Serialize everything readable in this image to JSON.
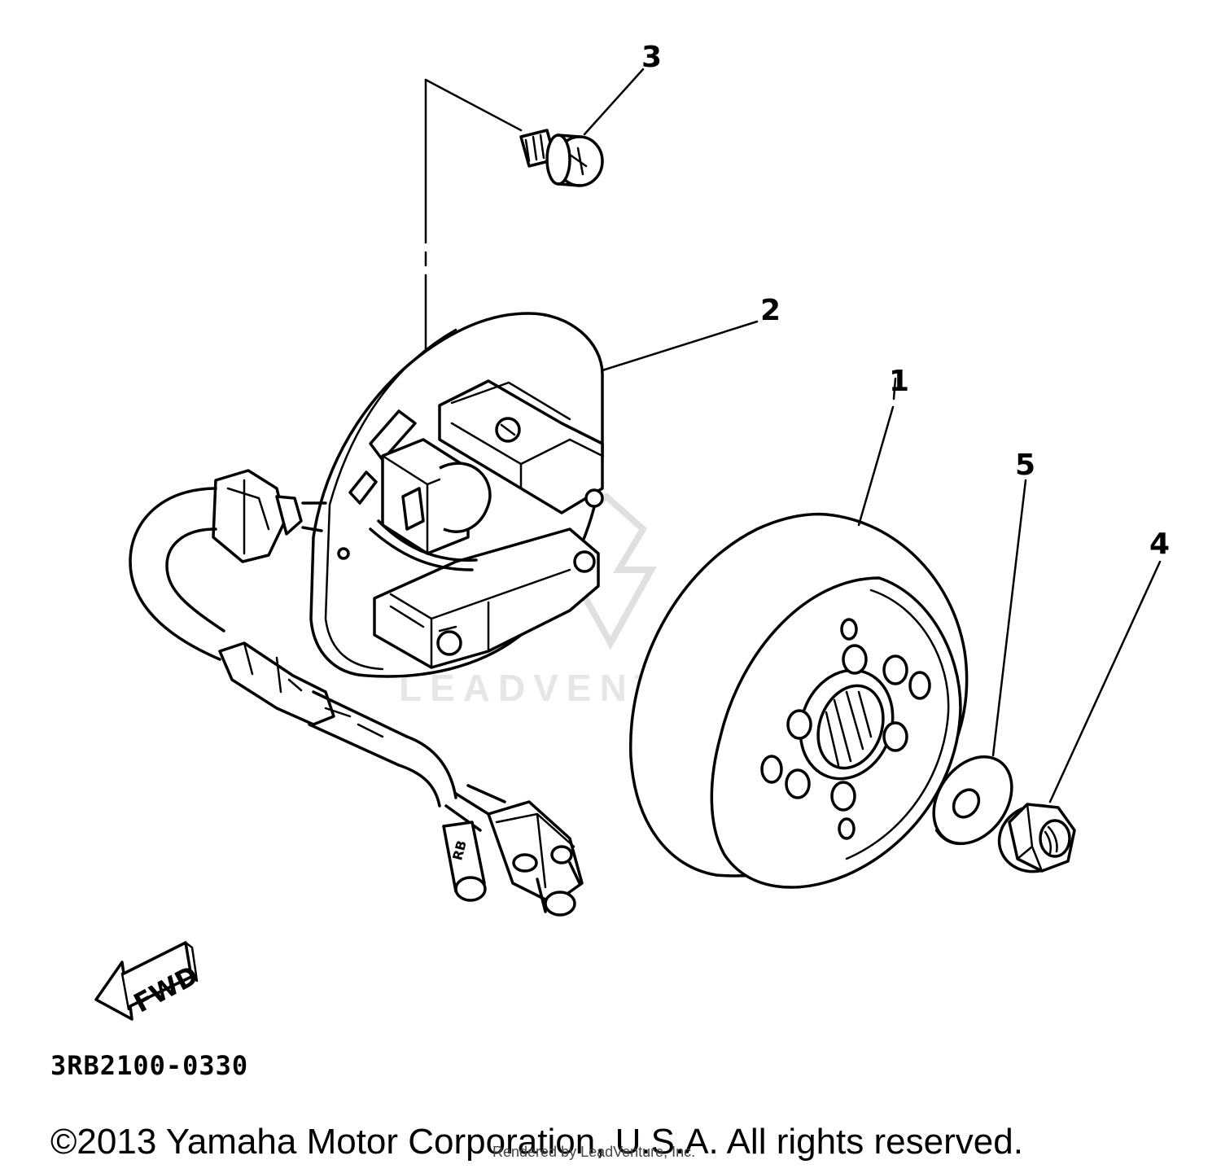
{
  "diagram": {
    "callouts": [
      "1",
      "2",
      "3",
      "4",
      "5"
    ],
    "fwd_label": "FWD",
    "diagram_code": "3RB2100-0330",
    "copyright": "©2013 Yamaha Motor Corporation, U.S.A. All rights reserved.",
    "renderer_note": "Rendered by LeadVenture, Inc.",
    "watermark": "LEADVENTURE",
    "connector_mark": "RB"
  }
}
